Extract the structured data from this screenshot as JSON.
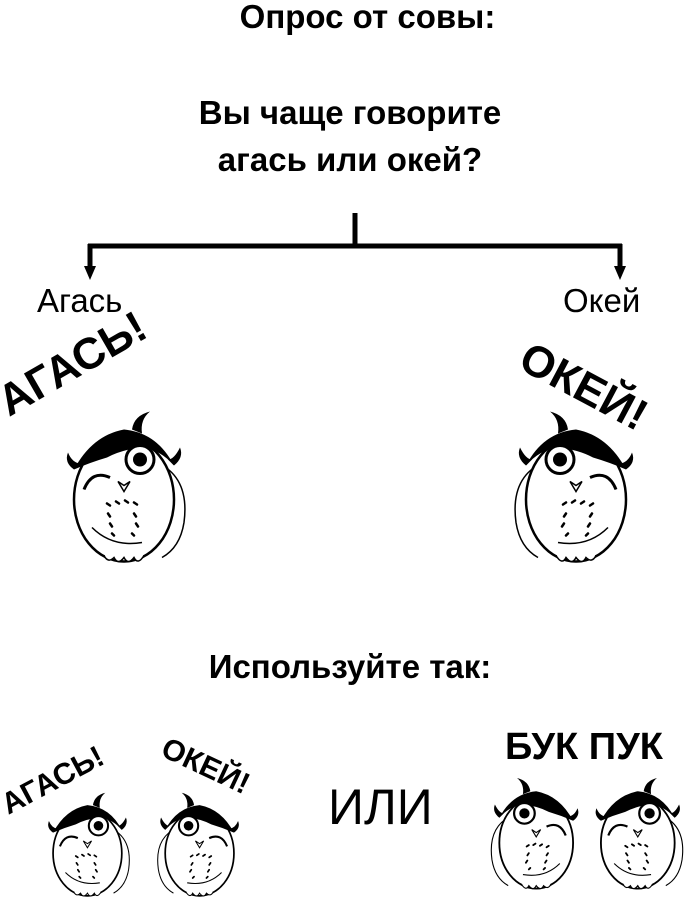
{
  "title": "Опрос от совы:",
  "question": {
    "line1": "Вы чаще говорите",
    "line2": "агась или окей?"
  },
  "options": {
    "left": "Агась",
    "right": "Окей"
  },
  "owls": {
    "left_shout": "АГАСЬ!",
    "right_shout": "ОКЕЙ!"
  },
  "usage": {
    "heading": "Используйте так:",
    "pair_left": "АГАСЬ!",
    "pair_right": "ОКЕЙ!",
    "or": "ИЛИ",
    "alt": "БУК ПУК"
  }
}
